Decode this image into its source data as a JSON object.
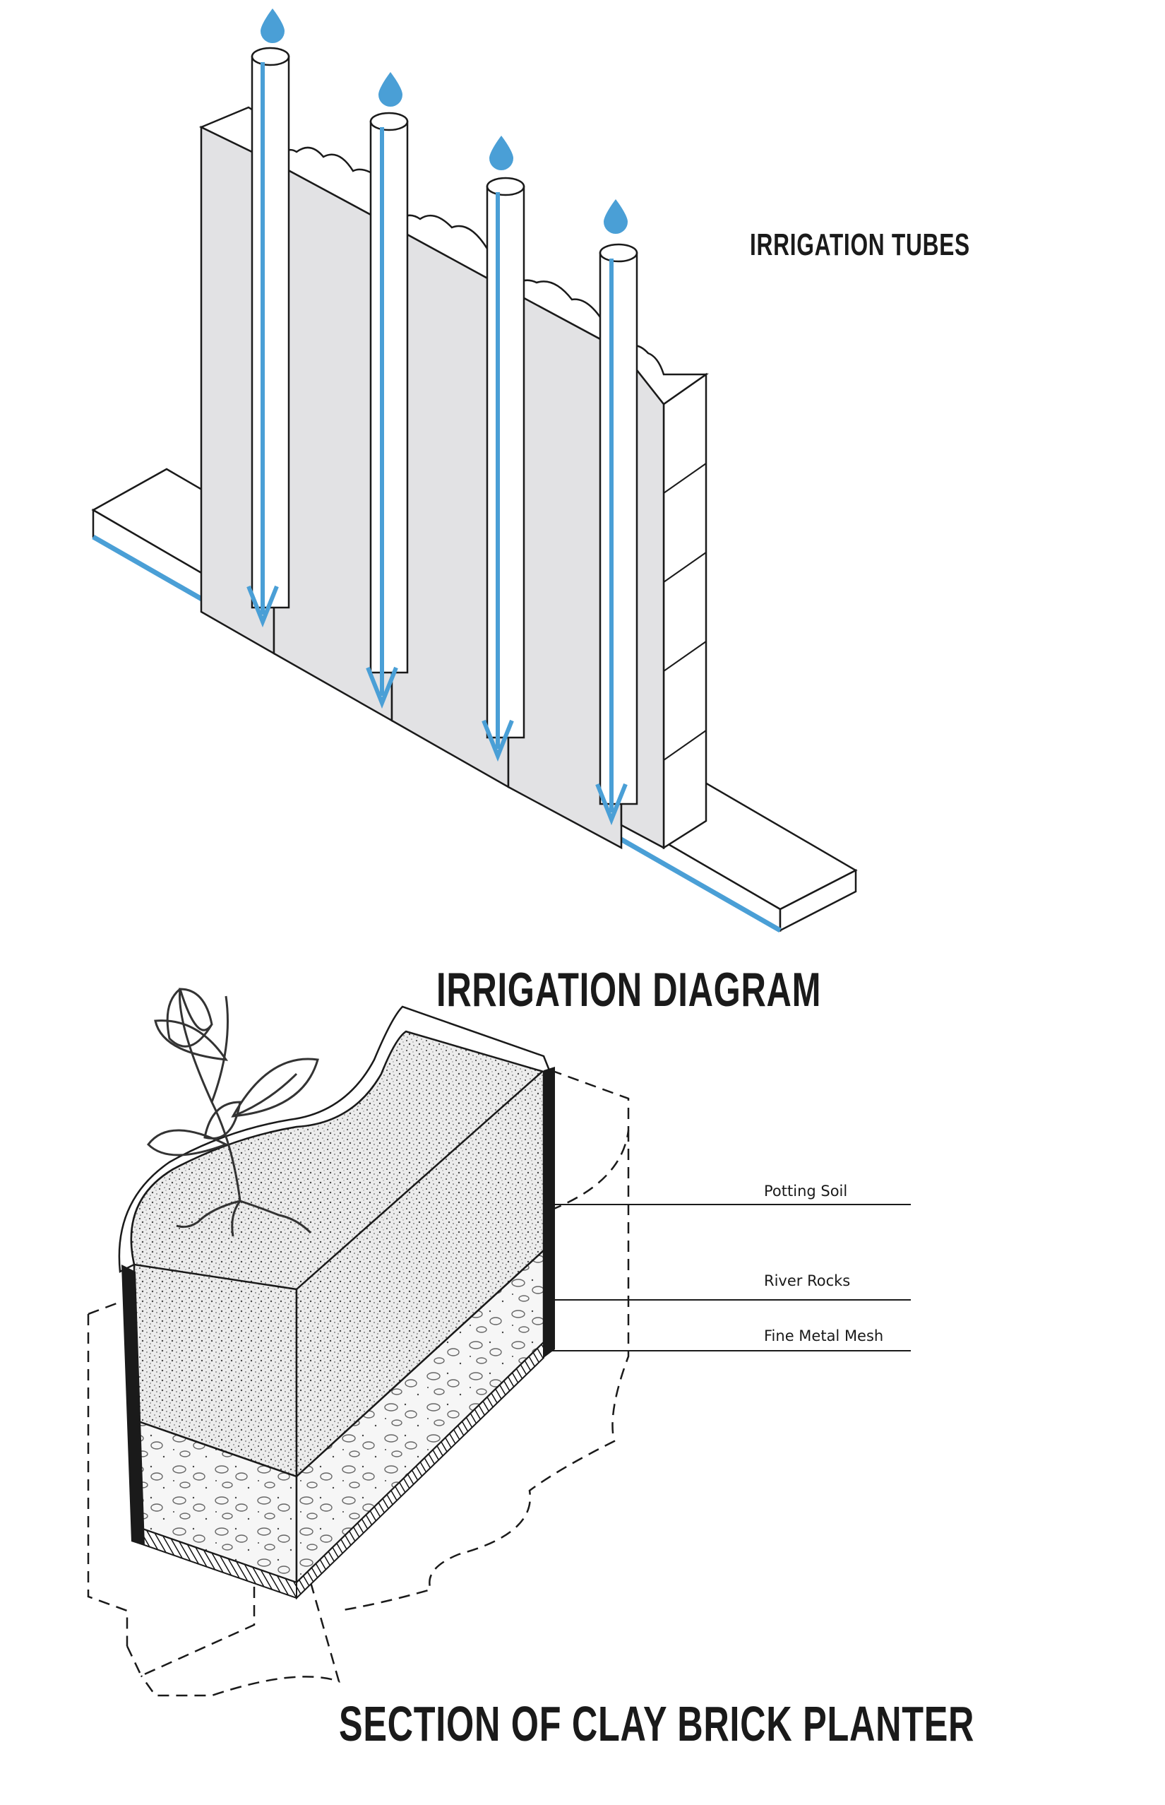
{
  "labels": {
    "irrigation_tubes": "IRRIGATION TUBES",
    "diagram_title": "IRRIGATION DIAGRAM",
    "section_title": "SECTION OF CLAY BRICK PLANTER"
  },
  "layers": [
    {
      "name": "Potting Soil"
    },
    {
      "name": "River Rocks"
    },
    {
      "name": "Fine Metal Mesh"
    }
  ],
  "colors": {
    "water": "#4a9fd6",
    "wall_fill": "#e2e2e4",
    "line": "#1a1a1a"
  },
  "icons": [
    "water-drop-icon",
    "leaf-icon"
  ]
}
